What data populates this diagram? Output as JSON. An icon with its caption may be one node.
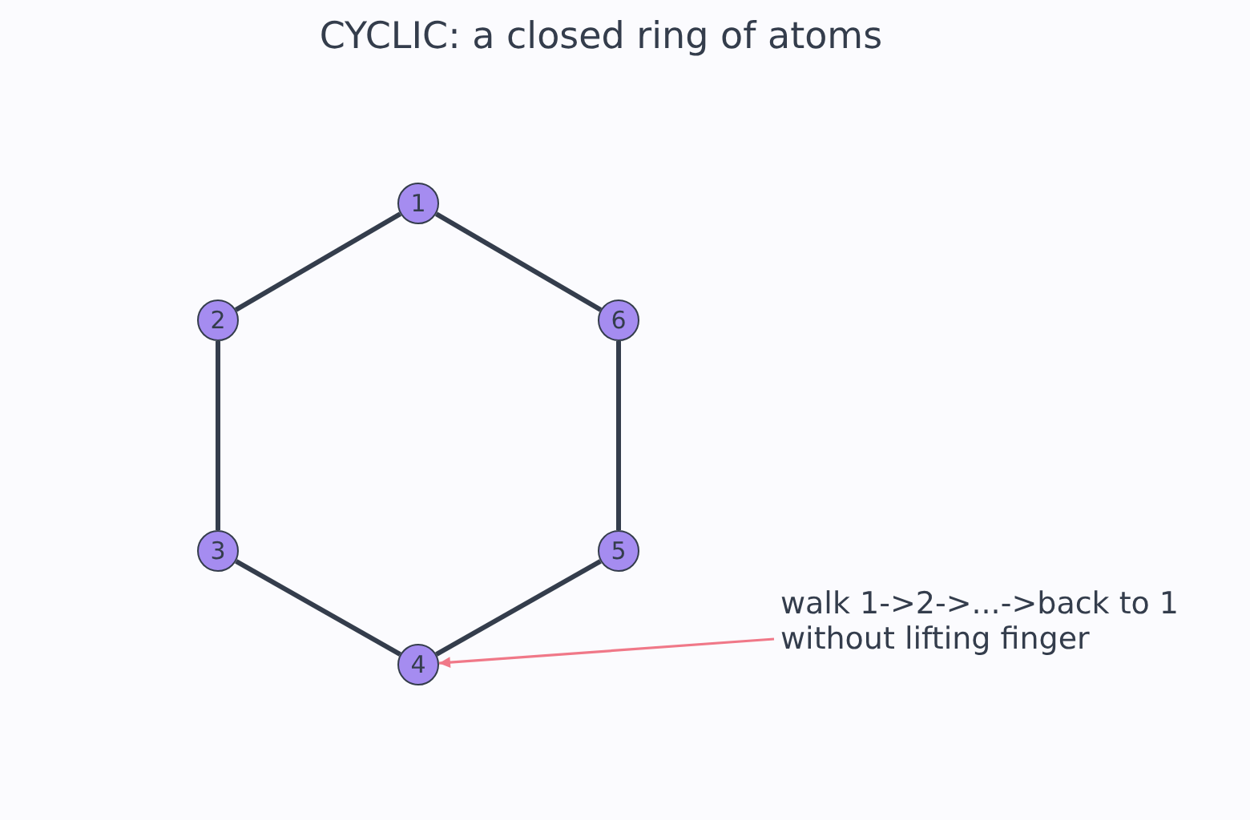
{
  "diagram": {
    "title": "CYCLIC: a closed ring of atoms",
    "nodes": [
      {
        "text": [
          "1"
        ]
      },
      {
        "text": [
          "2"
        ]
      },
      {
        "text": [
          "3"
        ]
      },
      {
        "text": [
          "4"
        ]
      },
      {
        "text": [
          "5"
        ]
      },
      {
        "text": [
          "6"
        ]
      },
      {
        "text": [
          "walk 1->2->...->back to 1 without lifting finger"
        ]
      }
    ],
    "edges": [
      {
        "from": 0,
        "to": 1,
        "arrow": "none"
      },
      {
        "from": 1,
        "to": 2,
        "arrow": "none"
      },
      {
        "from": 2,
        "to": 3,
        "arrow": "none"
      },
      {
        "from": 3,
        "to": 4,
        "arrow": "none"
      },
      {
        "from": 4,
        "to": 5,
        "arrow": "none"
      },
      {
        "from": 5,
        "to": 0,
        "arrow": "none"
      },
      {
        "from": 6,
        "to": 3,
        "arrow": "to",
        "color": "#f07888"
      }
    ]
  }
}
